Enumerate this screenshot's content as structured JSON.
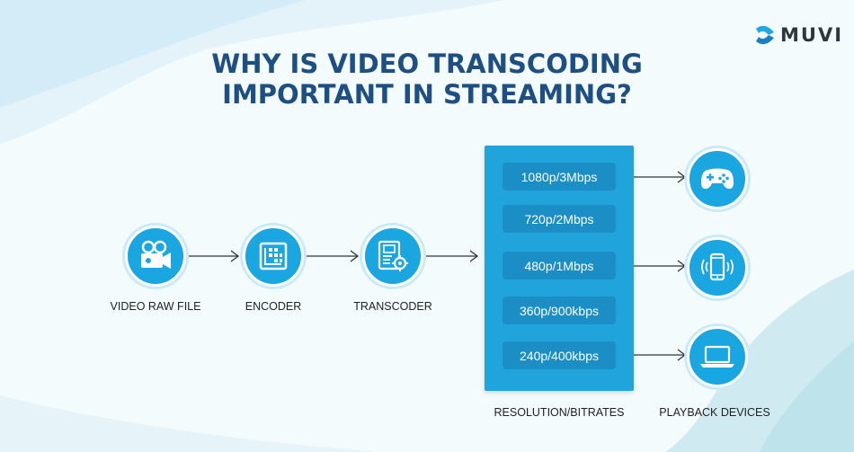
{
  "brand": {
    "name": "MUVI"
  },
  "title": {
    "line1": "WHY IS VIDEO TRANSCODING",
    "line2": "IMPORTANT IN STREAMING?"
  },
  "pipeline": [
    {
      "label": "VIDEO RAW FILE",
      "icon": "video-camera-icon"
    },
    {
      "label": "ENCODER",
      "icon": "encoder-icon"
    },
    {
      "label": "TRANSCODER",
      "icon": "transcoder-icon"
    }
  ],
  "renditions": {
    "label": "RESOLUTION/BITRATES",
    "items": [
      "1080p/3Mbps",
      "720p/2Mbps",
      "480p/1Mbps",
      "360p/900kbps",
      "240p/400kbps"
    ]
  },
  "devices": {
    "label": "PLAYBACK DEVICES",
    "icons": [
      "gamepad-icon",
      "smartphone-icon",
      "laptop-icon"
    ]
  },
  "colors": {
    "title": "#1e4f82",
    "accent": "#1aa6e0",
    "panel": "#21a4dc",
    "pill": "#1b8ec6"
  }
}
